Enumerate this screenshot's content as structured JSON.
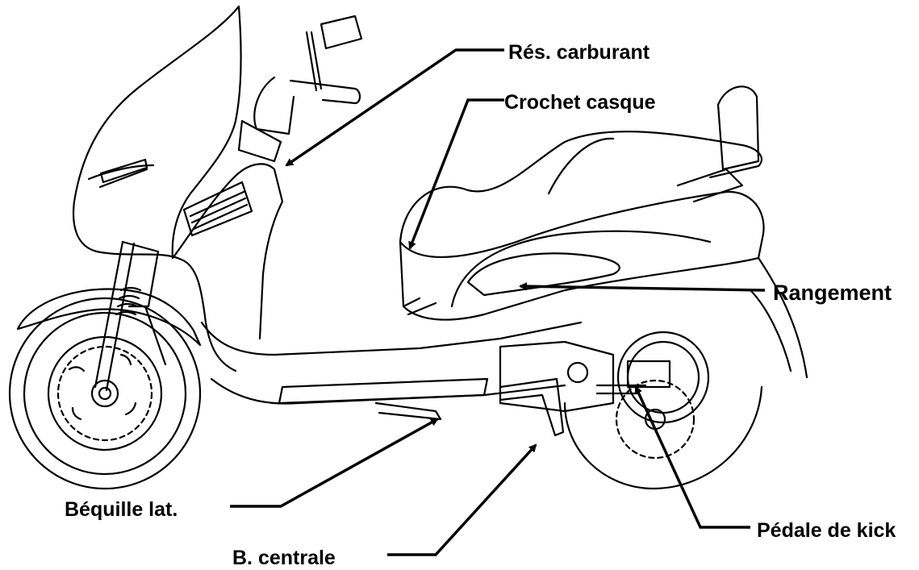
{
  "labels": {
    "fuel_tank": "Rés.  carburant",
    "helmet_hook": "Crochet casque",
    "storage": "Rangement",
    "side_stand": "Béquille lat.",
    "center_stand": "B.  centrale",
    "kick_pedal": "Pédale de kick"
  },
  "colors": {
    "ink": "#000000",
    "background": "#ffffff"
  }
}
